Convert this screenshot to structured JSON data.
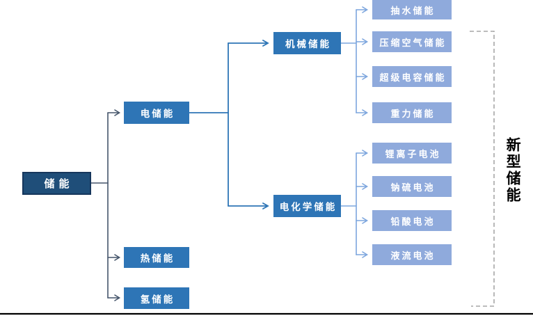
{
  "diagram": {
    "title_hint": "energy-storage-classification-tree",
    "root": {
      "label": "储能"
    },
    "level2": [
      {
        "id": "electrical",
        "label": "电储能"
      },
      {
        "id": "thermal",
        "label": "热储能"
      },
      {
        "id": "hydrogen",
        "label": "氢储能"
      }
    ],
    "level3": [
      {
        "id": "mechanical",
        "label": "机械储能"
      },
      {
        "id": "electrochemical",
        "label": "电化学储能"
      }
    ],
    "mechanical_leaves": [
      "抽水储能",
      "压缩空气储能",
      "超级电容储能",
      "重力储能"
    ],
    "electrochemical_leaves": [
      "锂离子电池",
      "钠硫电池",
      "铅酸电池",
      "液流电池"
    ],
    "side_label": "新型储能",
    "colors": {
      "root_fill": "#1F4E79",
      "root_border": "#16365C",
      "branch_fill": "#2E75B6",
      "leaf_fill": "#8FAADC",
      "left_connector": "#44546A",
      "mid_connector": "#2E75B6",
      "right_connector": "#7CA5DD",
      "bracket_dash": "#A6A6A6",
      "bottom_rule": "#000000",
      "side_label_color": "#000000"
    }
  }
}
